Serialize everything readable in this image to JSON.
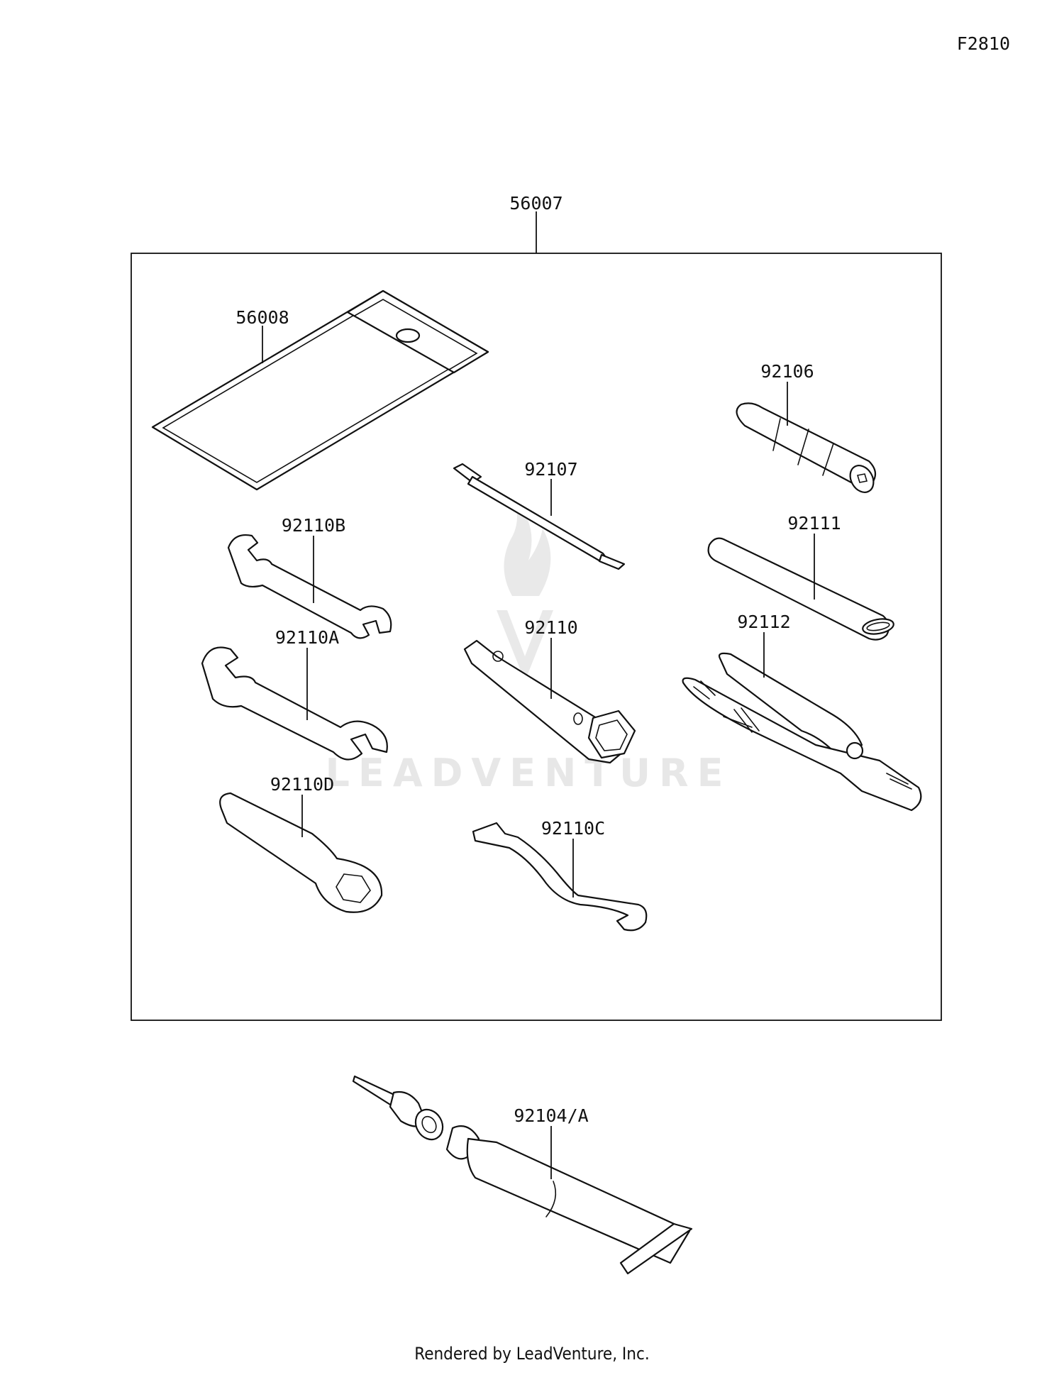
{
  "diagram_code": "F2810",
  "watermark": "LEADVENTURE",
  "footer": "Rendered by LeadVenture, Inc.",
  "parts": {
    "kit": "56007",
    "pouch": "56008",
    "handle": "92106",
    "screwdriver": "92107",
    "wrench_b": "92110B",
    "bar": "92111",
    "wrench_a": "92110A",
    "box_wrench": "92110",
    "pliers": "92112",
    "wrench_d": "92110D",
    "hook_wrench": "92110C",
    "tire_repair": "92104/A"
  }
}
